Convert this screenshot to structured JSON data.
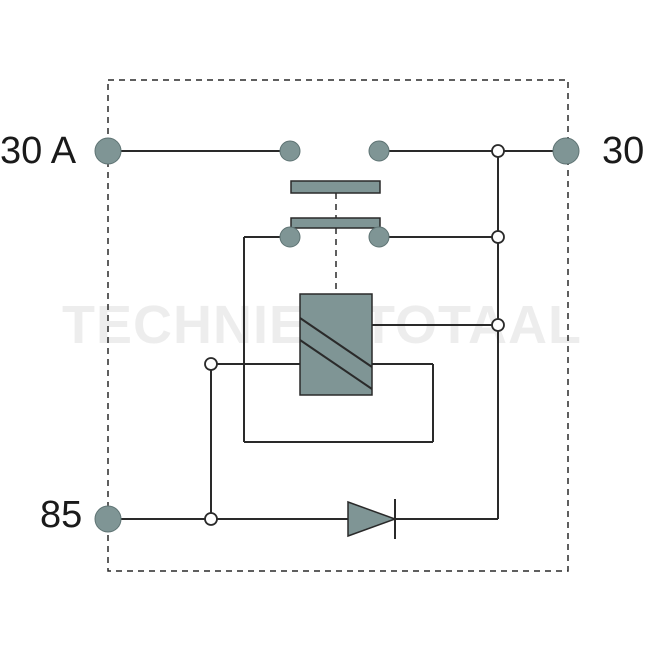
{
  "labels": {
    "terminal_30a": "30 A",
    "terminal_30": "30",
    "terminal_85": "85"
  },
  "watermark": "TECHNIEK TOTAAL",
  "colors": {
    "terminal_fill": "#7f9595",
    "line": "#2a2a2a",
    "background": "#ffffff"
  }
}
